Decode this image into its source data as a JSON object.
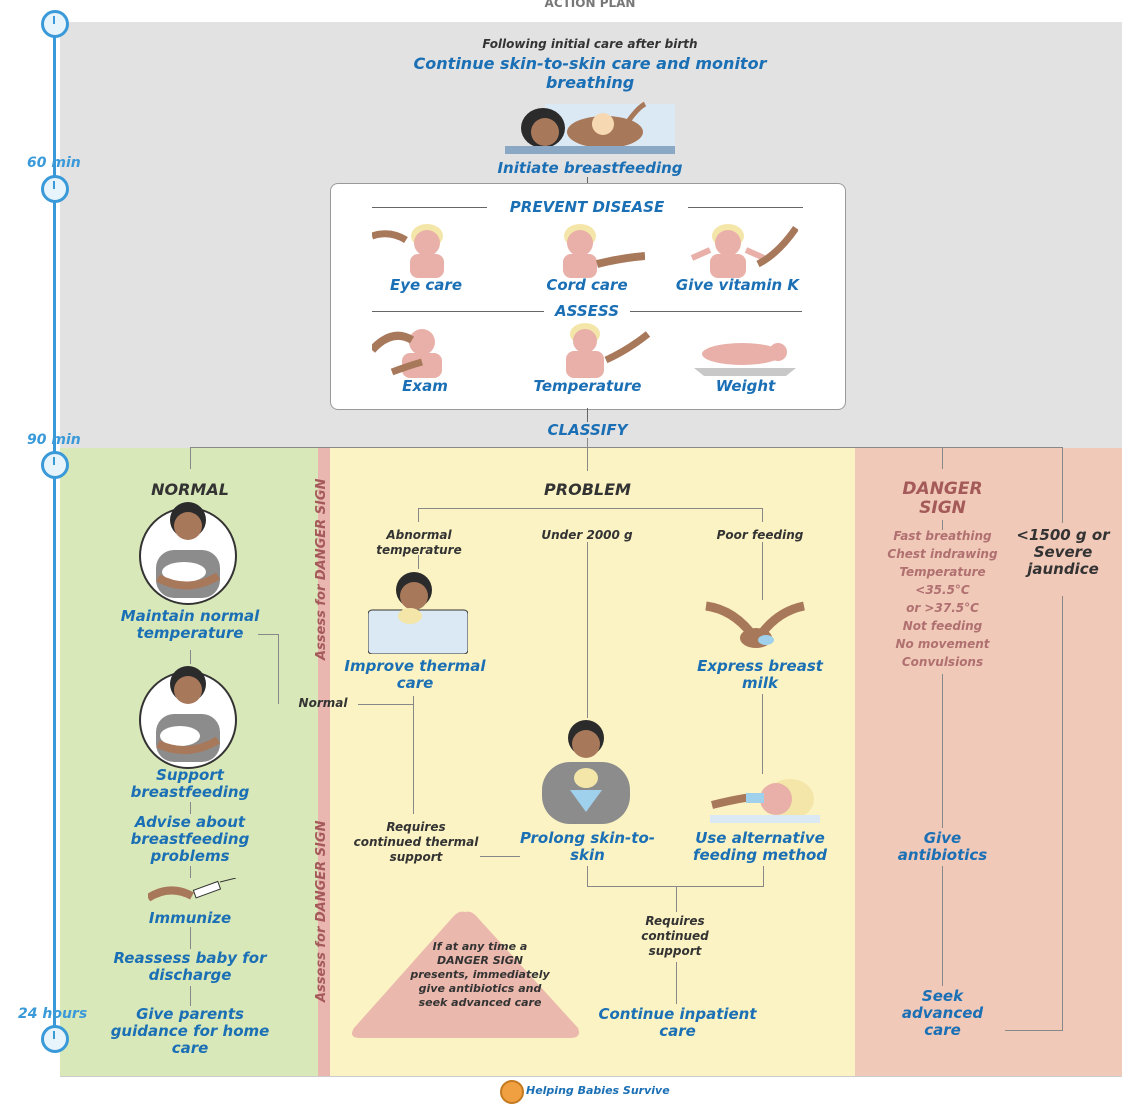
{
  "header": {
    "title": "ACTION PLAN"
  },
  "timeline": {
    "t60": "60 min",
    "t90": "90 min",
    "t24": "24 hours"
  },
  "top": {
    "intro": "Following initial care after birth",
    "main": "Continue skin-to-skin care and monitor breathing",
    "breastfeed": "Initiate breastfeeding"
  },
  "prevent": {
    "heading": "PREVENT DISEASE",
    "items": [
      "Eye care",
      "Cord care",
      "Give vitamin K"
    ]
  },
  "assess": {
    "heading": "ASSESS",
    "items": [
      "Exam",
      "Temperature",
      "Weight"
    ]
  },
  "classify": "CLASSIFY",
  "side_label": "Assess for DANGER SIGN",
  "normal": {
    "heading": "NORMAL",
    "steps": [
      "Maintain normal temperature",
      "Support breastfeeding",
      "Advise about breastfeeding problems",
      "Immunize",
      "Reassess baby for discharge",
      "Give parents guidance for home care"
    ]
  },
  "problem": {
    "heading": "PROBLEM",
    "branches": [
      "Abnormal temperature",
      "Under 2000 g",
      "Poor feeding"
    ],
    "improve": "Improve thermal care",
    "express": "Express breast milk",
    "normal_back": "Normal",
    "requires_thermal": "Requires continued thermal support",
    "prolong": "Prolong skin-to-skin",
    "alt_feeding": "Use alternative feeding method",
    "requires_support": "Requires continued support",
    "continue": "Continue inpatient care",
    "warning": "If at any time a DANGER SIGN presents, immediately give antibiotics and seek advanced care"
  },
  "danger": {
    "heading": "DANGER SIGN",
    "signs": [
      "Fast breathing",
      "Chest indrawing",
      "Temperature",
      "<35.5°C",
      "or >37.5°C",
      "Not feeding",
      "No movement",
      "Convulsions"
    ],
    "antibiotics": "Give antibiotics",
    "seek": "Seek advanced care",
    "lowweight": "<1500 g or Severe jaundice"
  },
  "footer": {
    "brand": "Helping Babies Survive"
  },
  "colors": {
    "gray": "#e2e2e2",
    "green": "#d9e8b9",
    "yellow": "#fbf3c3",
    "rose": "#f0c9b9",
    "blue": "#1a6fb5",
    "timeline": "#3a9ad9"
  }
}
